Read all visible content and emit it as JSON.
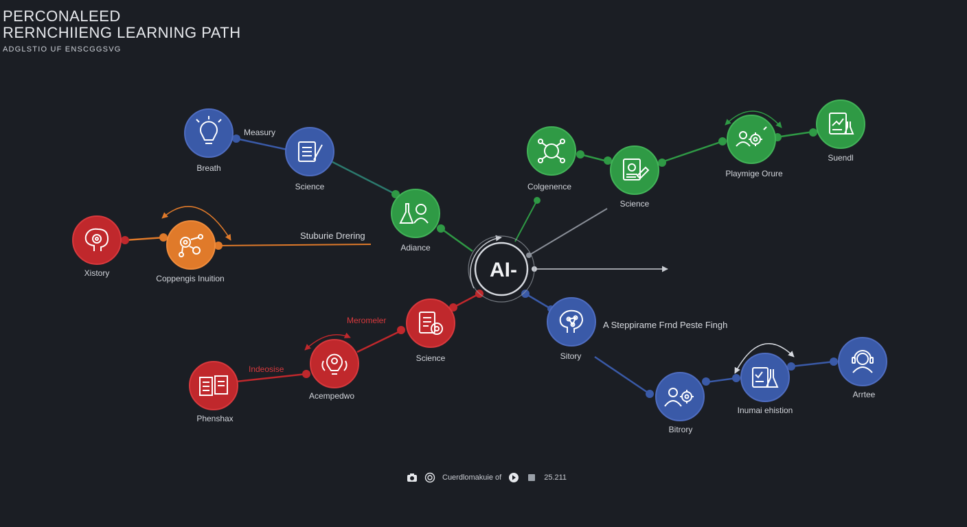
{
  "header": {
    "title_line1": "PERCONALEED",
    "title_line2": "RERNCHIIENG LEARNING PATH",
    "subtitle": "ADGLSTIO UF ENSCGGSVG"
  },
  "colors": {
    "background": "#1b1e24",
    "blue": "#3a5aa8",
    "green": "#2f9a45",
    "red": "#c0282c",
    "orange": "#e07a2a",
    "hub_ring": "#c9ccd2"
  },
  "hub": {
    "label": "AI-"
  },
  "nodes": [
    {
      "id": "n1",
      "label": "Breath",
      "color": "blue",
      "icon": "lightbulb-icon"
    },
    {
      "id": "n2",
      "label": "Science",
      "color": "blue",
      "icon": "document-pen-icon"
    },
    {
      "id": "n3",
      "label": "Adiance",
      "color": "green",
      "icon": "lab-flask-person-icon"
    },
    {
      "id": "n4",
      "label": "Colgenence",
      "color": "green",
      "icon": "network-globe-icon"
    },
    {
      "id": "n5",
      "label": "Science",
      "color": "green",
      "icon": "document-tag-icon"
    },
    {
      "id": "n6",
      "label": "Playmige Orure",
      "color": "green",
      "icon": "people-gear-icon"
    },
    {
      "id": "n7",
      "label": "Suendl",
      "color": "green",
      "icon": "chart-flask-icon"
    },
    {
      "id": "n8",
      "label": "Xistory",
      "color": "red",
      "icon": "brain-gear-icon"
    },
    {
      "id": "n9",
      "label": "Coppengis Inuition",
      "color": "orange",
      "icon": "gears-network-icon"
    },
    {
      "id": "n10",
      "label": "Science",
      "color": "red",
      "icon": "document-gear-icon"
    },
    {
      "id": "n11",
      "label": "Acempedwo",
      "color": "red",
      "icon": "lightbulb-gear-icon"
    },
    {
      "id": "n12",
      "label": "Phenshax",
      "color": "red",
      "icon": "open-book-icon"
    },
    {
      "id": "n13",
      "label": "Sitory",
      "color": "blue",
      "icon": "brain-network-icon"
    },
    {
      "id": "n14",
      "label": "Bitrory",
      "color": "blue",
      "icon": "people-gear-icon"
    },
    {
      "id": "n15",
      "label": "Inumai ehistion",
      "color": "blue",
      "icon": "document-flask-icon"
    },
    {
      "id": "n16",
      "label": "Arrtee",
      "color": "blue",
      "icon": "person-headset-icon"
    }
  ],
  "edge_labels": {
    "measury": "Measury",
    "stuburie": "Stuburie Drering",
    "stepprame": "A Steppirame Frnd Peste Fingh",
    "meromeler": "Meromeler",
    "indeosise": "Indeosise"
  },
  "footer": {
    "text": "Cuerdlomakuie of",
    "number": "25.211",
    "icons": [
      "camera-icon",
      "target-icon",
      "play-icon",
      "square-icon"
    ]
  }
}
